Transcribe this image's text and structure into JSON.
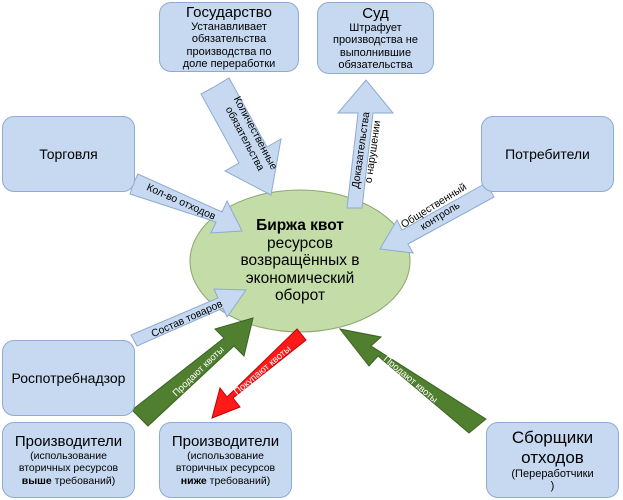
{
  "center": {
    "title": "Биржа квот",
    "l1": "ресурсов",
    "l2": "возвращённых в",
    "l3": "экономический",
    "l4": "оборот"
  },
  "gov": {
    "title": "Государство",
    "l1": "Устанавливает",
    "l2": "обязательства",
    "l3": "производства по",
    "l4": "доле переработки"
  },
  "court": {
    "title": "Суд",
    "l1": "Штрафует",
    "l2": "производства не",
    "l3": "выполнившие",
    "l4": "обязательства"
  },
  "trade": {
    "title": "Торговля"
  },
  "consumers": {
    "title": "Потребители"
  },
  "rospotreb": {
    "title": "Роспотребнадзор"
  },
  "prod_above": {
    "title": "Производители",
    "l1": "(использование",
    "l2": "вторичных ресурсов",
    "l3_bold": "выше",
    "l3_rest": " требований)"
  },
  "prod_below": {
    "title": "Производители",
    "l1": "(использование",
    "l2": "вторичных ресурсов",
    "l3_bold": "ниже",
    "l3_rest": " требований)"
  },
  "collectors": {
    "title_l1": "Сборщики",
    "title_l2": "отходов",
    "l1": "(Переработчики",
    "l2": ")"
  },
  "arrows": {
    "quantitative_1": "Количественные",
    "quantitative_2": "обязательства",
    "evidence_1": "Доказательства",
    "evidence_2": "о нарушении",
    "waste_qty": "Кол-во отходов",
    "public_1": "Общественный",
    "public_2": "контроль",
    "composition": "Состав товаров",
    "sells_1": "Продают квоты",
    "buys": "Покупают квоты",
    "sells_2": "Продают квоты"
  },
  "colors": {
    "box_fill": "#c6d9f1",
    "ellipse_fill": "#c3dca8",
    "sell_arrow": "#4f7f2f",
    "buy_arrow": "#ff1a1a"
  }
}
